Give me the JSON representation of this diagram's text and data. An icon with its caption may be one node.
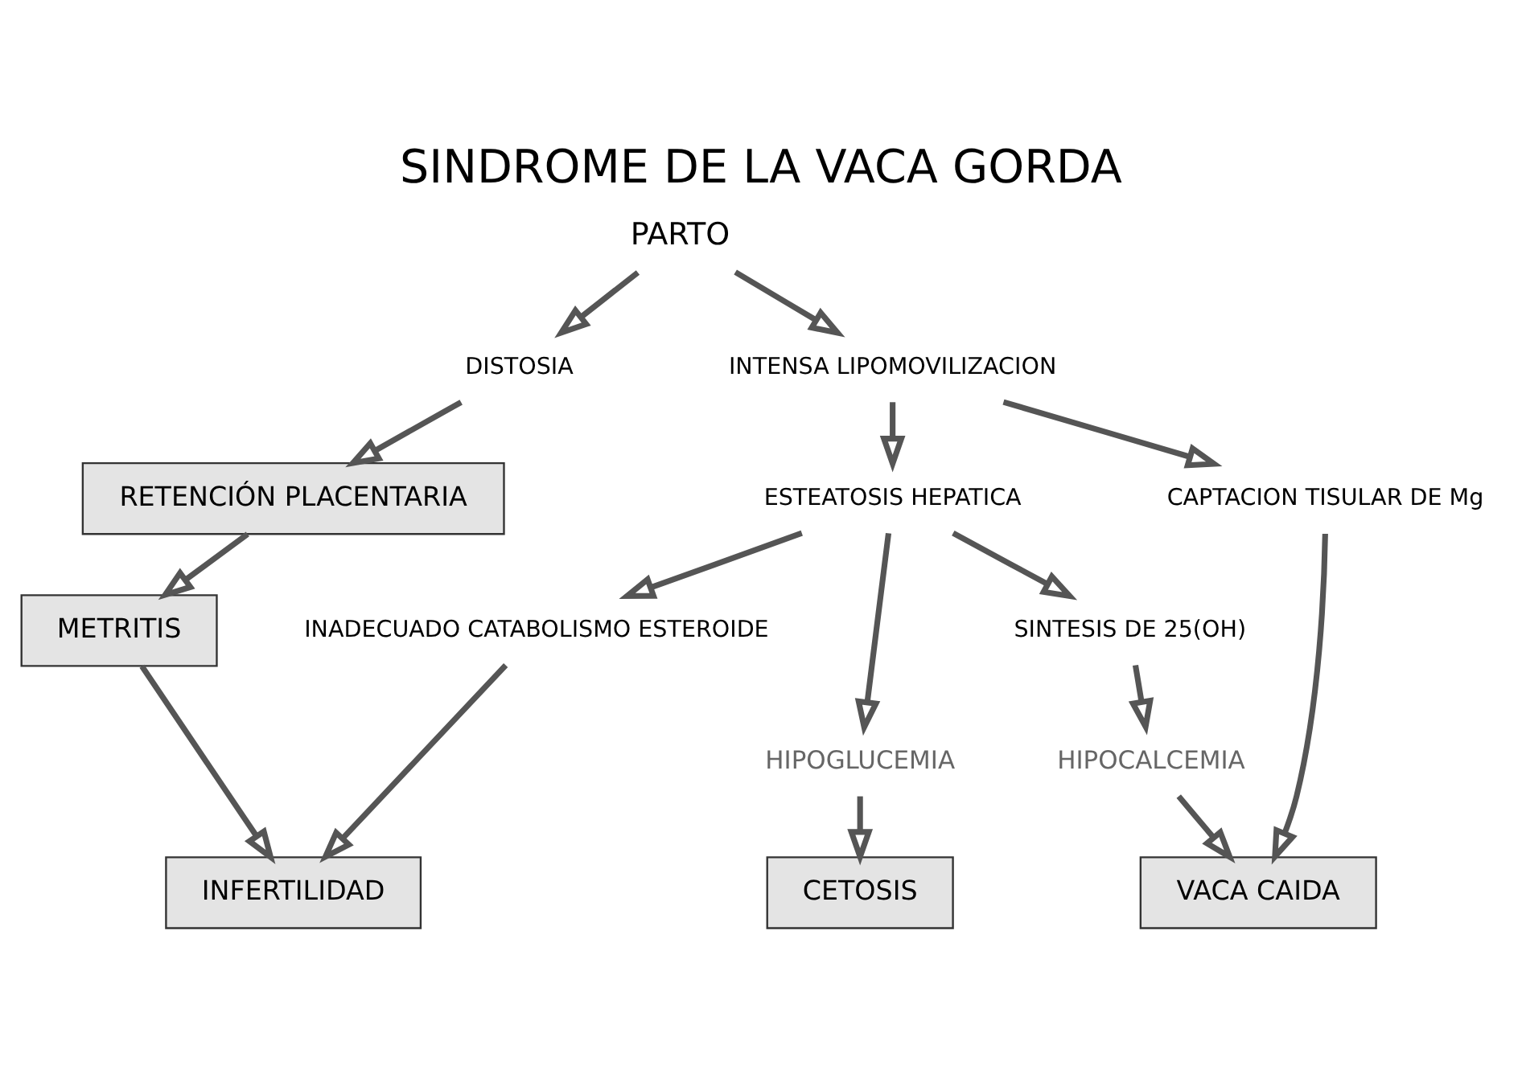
{
  "diagram": {
    "title": "SINDROME DE LA VACA GORDA",
    "nodes": [
      {
        "text": [
          "PARTO"
        ]
      },
      {
        "text": [
          "DISTOSIA"
        ]
      },
      {
        "text": [
          "INTENSA LIPOMOVILIZACION"
        ]
      },
      {
        "text": [
          "RETENCIÓN PLACENTARIA"
        ]
      },
      {
        "text": [
          "METRITIS"
        ]
      },
      {
        "text": [
          "ESTEATOSIS HEPATICA"
        ]
      },
      {
        "text": [
          "CAPTACION TISULAR DE Mg"
        ]
      },
      {
        "text": [
          "INADECUADO CATABOLISMO ESTEROIDE"
        ]
      },
      {
        "text": [
          "SINTESIS DE 25(OH)"
        ]
      },
      {
        "text": [
          "HIPOGLUCEMIA"
        ]
      },
      {
        "text": [
          "HIPOCALCEMIA"
        ]
      },
      {
        "text": [
          "INFERTILIDAD"
        ]
      },
      {
        "text": [
          "CETOSIS"
        ]
      },
      {
        "text": [
          "VACA CAIDA"
        ]
      }
    ],
    "edges": [
      {
        "from": 0,
        "to": 1,
        "arrow": "to"
      },
      {
        "from": 0,
        "to": 2,
        "arrow": "to"
      },
      {
        "from": 1,
        "to": 3,
        "arrow": "to"
      },
      {
        "from": 3,
        "to": 4,
        "arrow": "to"
      },
      {
        "from": 4,
        "to": 11,
        "arrow": "to"
      },
      {
        "from": 2,
        "to": 5,
        "arrow": "to"
      },
      {
        "from": 2,
        "to": 6,
        "arrow": "to"
      },
      {
        "from": 6,
        "to": 13,
        "arrow": "to"
      },
      {
        "from": 5,
        "to": 7,
        "arrow": "to"
      },
      {
        "from": 5,
        "to": 9,
        "arrow": "to"
      },
      {
        "from": 5,
        "to": 8,
        "arrow": "to"
      },
      {
        "from": 7,
        "to": 11,
        "arrow": "to"
      },
      {
        "from": 9,
        "to": 12,
        "arrow": "to"
      },
      {
        "from": 8,
        "to": 10,
        "arrow": "to"
      },
      {
        "from": 10,
        "to": 13,
        "arrow": "to"
      }
    ]
  }
}
